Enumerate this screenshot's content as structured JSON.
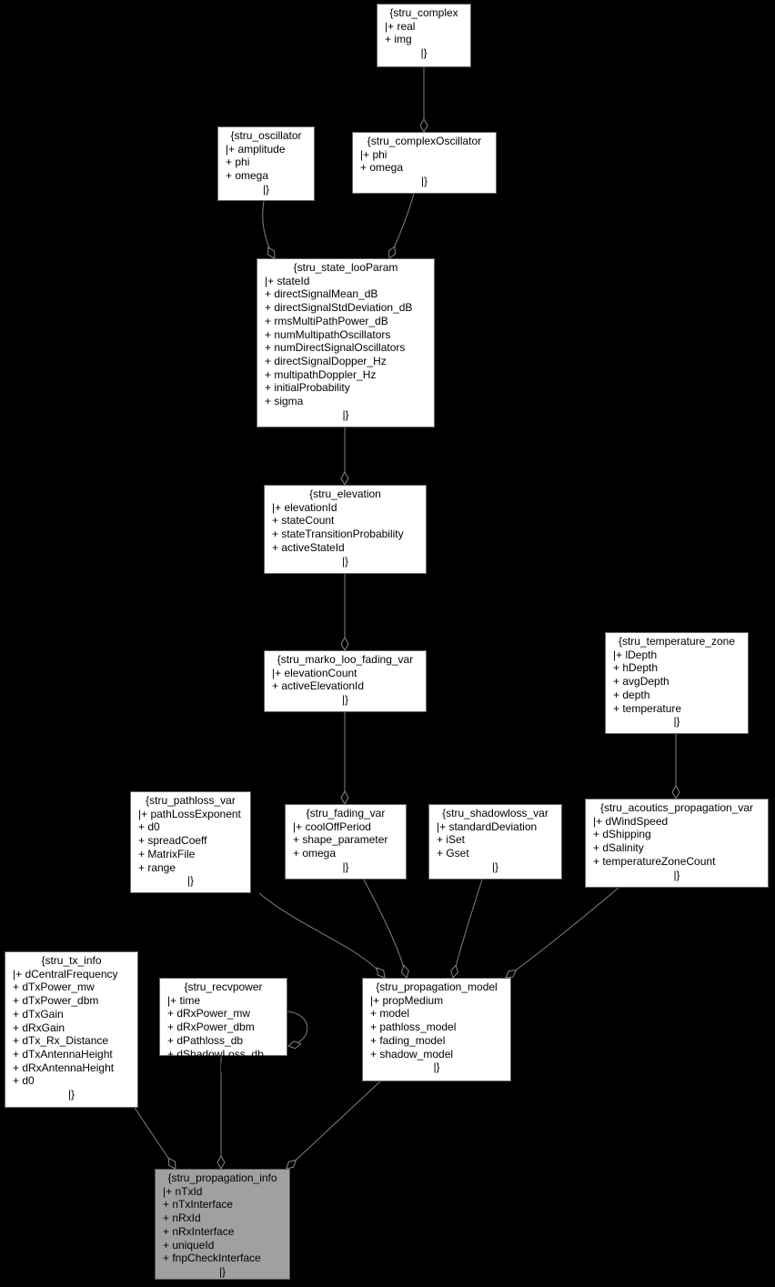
{
  "nodes": {
    "complex": {
      "title": "{stru_complex",
      "fields": [
        "|+ real",
        "+ img"
      ],
      "close": "|}"
    },
    "oscillator": {
      "title": "{stru_oscillator",
      "fields": [
        "|+ amplitude",
        "+ phi",
        "+ omega"
      ],
      "close": "|}"
    },
    "complexOscillator": {
      "title": "{stru_complexOscillator",
      "fields": [
        "|+ phi",
        "+ omega"
      ],
      "close": "|}"
    },
    "state_looParam": {
      "title": "{stru_state_looParam",
      "fields": [
        "|+ stateId",
        "+ directSignalMean_dB",
        "+ directSignalStdDeviation_dB",
        "+ rmsMultiPathPower_dB",
        "+ numMultipathOscillators",
        "+ numDirectSignalOscillators",
        "+ directSignalDopper_Hz",
        "+ multipathDoppler_Hz",
        "+ initialProbability",
        "+ sigma"
      ],
      "close": "|}"
    },
    "elevation": {
      "title": "{stru_elevation",
      "fields": [
        "|+ elevationId",
        "+ stateCount",
        "+ stateTransitionProbability",
        "+ activeStateId"
      ],
      "close": "|}"
    },
    "marko": {
      "title": "{stru_marko_loo_fading_var",
      "fields": [
        "|+ elevationCount",
        "+ activeElevationId"
      ],
      "close": "|}"
    },
    "temperature_zone": {
      "title": "{stru_temperature_zone",
      "fields": [
        "|+ lDepth",
        "+ hDepth",
        "+ avgDepth",
        "+ depth",
        "+ temperature"
      ],
      "close": "|}"
    },
    "pathloss_var": {
      "title": "{stru_pathloss_var",
      "fields": [
        "|+ pathLossExponent",
        "+ d0",
        "+ spreadCoeff",
        "+ MatrixFile",
        "+ range"
      ],
      "close": "|}"
    },
    "fading_var": {
      "title": "{stru_fading_var",
      "fields": [
        "|+ coolOffPeriod",
        "+ shape_parameter",
        "+ omega"
      ],
      "close": "|}"
    },
    "shadowloss_var": {
      "title": "{stru_shadowloss_var",
      "fields": [
        "|+ standardDeviation",
        "+ iSet",
        "+ Gset"
      ],
      "close": "|}"
    },
    "acoutics": {
      "title": "{stru_acoutics_propagation_var",
      "fields": [
        "|+ dWindSpeed",
        "+ dShipping",
        "+ dSalinity",
        "+ temperatureZoneCount"
      ],
      "close": "|}"
    },
    "tx_info": {
      "title": "{stru_tx_info",
      "fields": [
        "|+ dCentralFrequency",
        "+ dTxPower_mw",
        "+ dTxPower_dbm",
        "+ dTxGain",
        "+ dRxGain",
        "+ dTx_Rx_Distance",
        "+ dTxAntennaHeight",
        "+ dRxAntennaHeight",
        "+ d0"
      ],
      "close": "|}"
    },
    "recvpower": {
      "title": "{stru_recvpower",
      "fields": [
        "|+ time",
        "+ dRxPower_mw",
        "+ dRxPower_dbm",
        "+ dPathloss_db",
        "+ dShadowLoss_db"
      ],
      "close": "|}"
    },
    "propagation_model": {
      "title": "{stru_propagation_model",
      "fields": [
        "|+ propMedium",
        "+ model",
        "+ pathloss_model",
        "+ fading_model",
        "+ shadow_model"
      ],
      "close": "|}"
    },
    "propagation_info": {
      "title": "{stru_propagation_info",
      "fields": [
        "|+ nTxId",
        "+ nTxInterface",
        "+ nRxId",
        "+ nRxInterface",
        "+ uniqueId",
        "+ fnpCheckInterface"
      ],
      "close": "|}"
    }
  },
  "colors": {
    "background": "#000000",
    "node": "#ffffff",
    "focus_node": "#a0a0a0",
    "edge": "#808080"
  }
}
